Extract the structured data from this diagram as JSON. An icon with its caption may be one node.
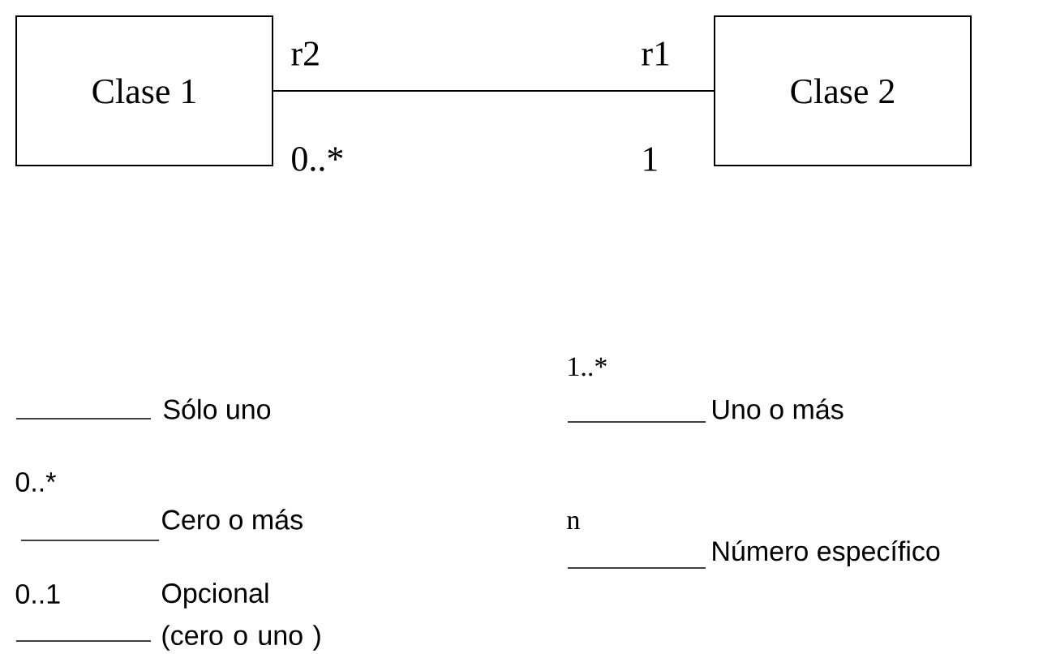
{
  "diagram": {
    "nodes": [
      {
        "text": [
          "Clase 1"
        ]
      },
      {
        "text": [
          "Clase 2"
        ]
      }
    ],
    "edges": [
      {
        "from": 0,
        "to": 1,
        "arrow": "none"
      }
    ],
    "labels": [
      "r2",
      "r1",
      "0..*",
      "1",
      "1..*",
      "Sólo uno",
      "Uno o más",
      "0..*",
      "Cero o más",
      "n",
      "Número específico",
      "0..1",
      "Opcional (cero o uno )"
    ]
  }
}
